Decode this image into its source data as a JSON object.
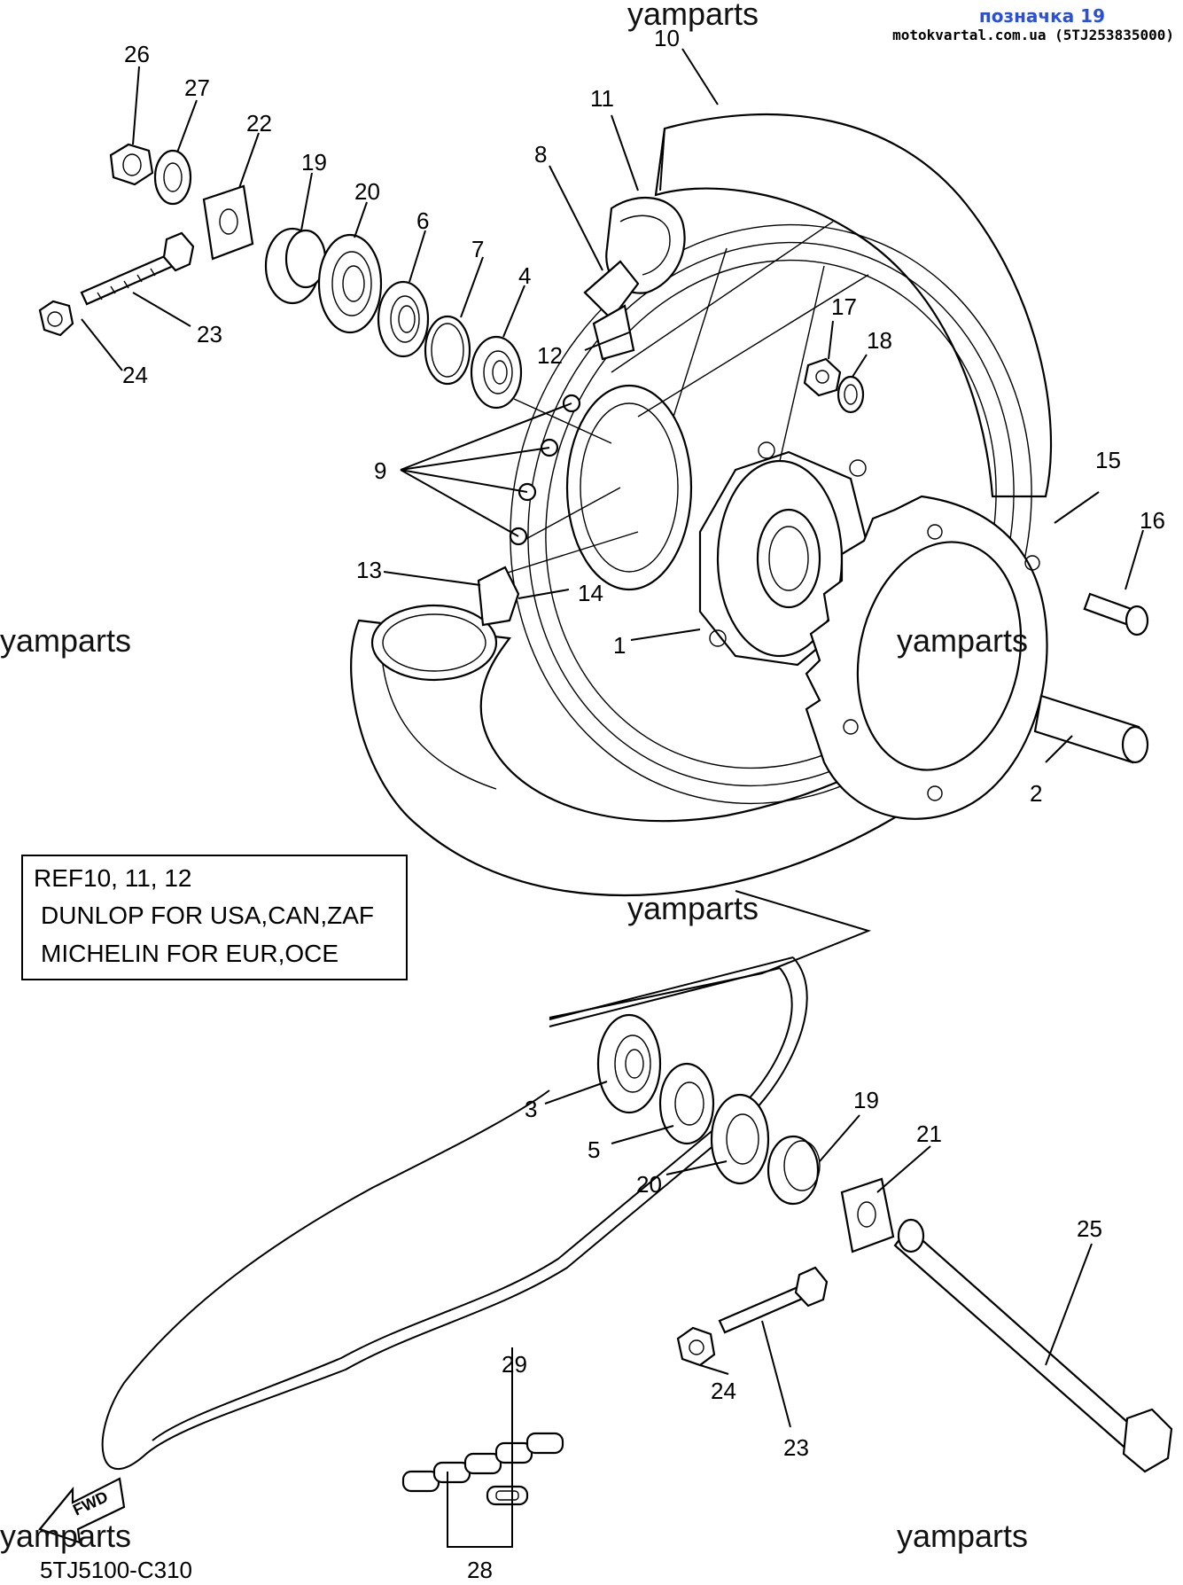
{
  "header": {
    "tag": "позначка 19",
    "site": "motokvartal.com.ua (5TJ253835000)"
  },
  "watermark": "yamparts",
  "reference_box": {
    "line1": "REF10, 11, 12",
    "line2": "DUNLOP FOR USA,CAN,ZAF",
    "line3": "MICHELIN FOR EUR,OCE"
  },
  "fwd_label": "FWD",
  "diagram_code": "5TJ5100-C310",
  "callouts": {
    "c1": "1",
    "c2": "2",
    "c3": "3",
    "c4": "4",
    "c5": "5",
    "c6": "6",
    "c7": "7",
    "c8": "8",
    "c9": "9",
    "c10": "10",
    "c11": "11",
    "c12": "12",
    "c13": "13",
    "c14": "14",
    "c15": "15",
    "c16": "16",
    "c17": "17",
    "c18": "18",
    "c19a": "19",
    "c19b": "19",
    "c20a": "20",
    "c20b": "20",
    "c21": "21",
    "c22": "22",
    "c23a": "23",
    "c23b": "23",
    "c24a": "24",
    "c24b": "24",
    "c25": "25",
    "c26": "26",
    "c27": "27",
    "c28": "28",
    "c29": "29"
  }
}
